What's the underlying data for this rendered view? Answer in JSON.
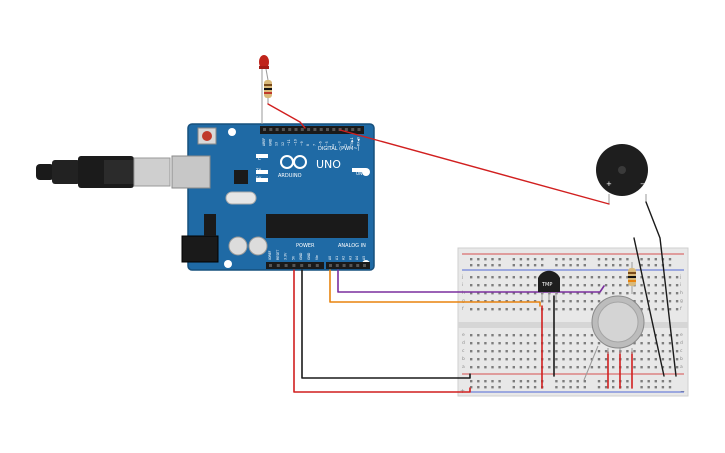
{
  "arduino": {
    "model": "UNO",
    "brand": "ARDUINO",
    "header_digital": "DIGITAL (PWM~)",
    "header_power": "POWER",
    "header_analog": "ANALOG IN",
    "led_l": "L",
    "led_tx": "TX",
    "led_rx": "RX",
    "led_on": "ON",
    "digital_pins": [
      "AREF",
      "GND",
      "13",
      "12",
      "~11",
      "~10",
      "~9",
      "8",
      "7",
      "~6",
      "~5",
      "4",
      "~3",
      "2",
      "TX▶1",
      "RX◀0"
    ],
    "power_pins": [
      "IOREF",
      "RESET",
      "3.3V",
      "5V",
      "GND",
      "GND",
      "Vin"
    ],
    "analog_pins": [
      "A0",
      "A1",
      "A2",
      "A3",
      "A4",
      "A5"
    ]
  },
  "breadboard": {
    "col_letters_top": [
      "j",
      "i",
      "h",
      "g",
      "f"
    ],
    "col_letters_bottom": [
      "e",
      "d",
      "c",
      "b",
      "a"
    ],
    "rail_plus": "+",
    "rail_minus": "−"
  },
  "sensor": {
    "temp_label": "TMP"
  },
  "buzzer": {
    "plus": "+",
    "minus": "−"
  },
  "colors": {
    "board": "#1f6aa5",
    "wire_red": "#d11f1f",
    "wire_black": "#1a1a1a",
    "wire_orange": "#e8830f",
    "wire_purple": "#7a2e9e"
  }
}
